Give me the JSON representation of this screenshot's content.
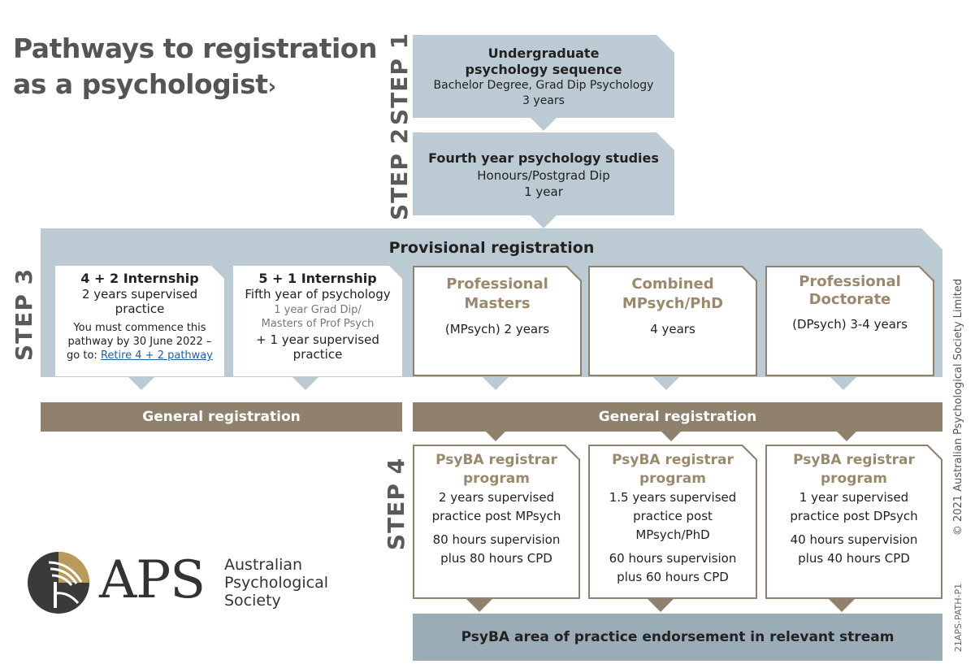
{
  "title": {
    "line1": "Pathways to registration",
    "line2": "as a psychologist",
    "arrow": "›"
  },
  "steps": {
    "s1": "STEP 1",
    "s2": "STEP 2",
    "s3": "STEP 3",
    "s4": "STEP 4"
  },
  "step1": {
    "title_l1": "Undergraduate",
    "title_l2": "psychology sequence",
    "detail": "Bachelor Degree, Grad Dip Psychology",
    "duration": "3 years"
  },
  "step2": {
    "title": "Fourth year psychology studies",
    "detail": "Honours/Postgrad Dip",
    "duration": "1 year"
  },
  "provisional": "Provisional registration",
  "internship42": {
    "title": "4 + 2 Internship",
    "l1": "2 years supervised",
    "l2": "practice",
    "note1": "You must commence this",
    "note2": "pathway by 30 June 2022 –",
    "note3": "go to:",
    "link": "Retire 4 + 2 pathway"
  },
  "internship51": {
    "title": "5 + 1 Internship",
    "l1": "Fifth year of psychology",
    "s1": "1 year Grad Dip/",
    "s2": "Masters of Prof Psych",
    "l2": "+ 1 year supervised",
    "l3": "practice"
  },
  "masters": {
    "t1": "Professional",
    "t2": "Masters",
    "detail": "(MPsych) 2 years"
  },
  "combined": {
    "t1": "Combined",
    "t2": "MPsych/PhD",
    "detail": "4 years"
  },
  "doctorate": {
    "t1": "Professional",
    "t2": "Doctorate",
    "detail": "(DPsych) 3-4 years"
  },
  "general_left": "General registration",
  "general_right": "General registration",
  "registrar": [
    {
      "t1": "PsyBA registrar",
      "t2": "program",
      "a": "2 years supervised",
      "b": "practice post MPsych",
      "c": "80 hours supervision",
      "d": "plus 80 hours CPD"
    },
    {
      "t1": "PsyBA registrar",
      "t2": "program",
      "a": "1.5 years supervised",
      "b": "practice post",
      "b2": "MPsych/PhD",
      "c": "60 hours supervision",
      "d": "plus 60 hours CPD"
    },
    {
      "t1": "PsyBA registrar",
      "t2": "program",
      "a": "1 year supervised",
      "b": "practice post DPsych",
      "c": "40 hours supervision",
      "d": "plus 40 hours CPD"
    }
  ],
  "endorsement": "PsyBA area of practice endorsement in relevant stream",
  "logo": {
    "abbr": "APS",
    "n1": "Australian",
    "n2": "Psychological",
    "n3": "Society"
  },
  "copyright": "© 2021 Australian Psychological Society Limited",
  "code": "21APS-PATH-P1",
  "colors": {
    "blue": "#bccbd3",
    "tan": "#8f816c",
    "tan_text": "#9a8a6d",
    "slate": "#9aacb5"
  }
}
